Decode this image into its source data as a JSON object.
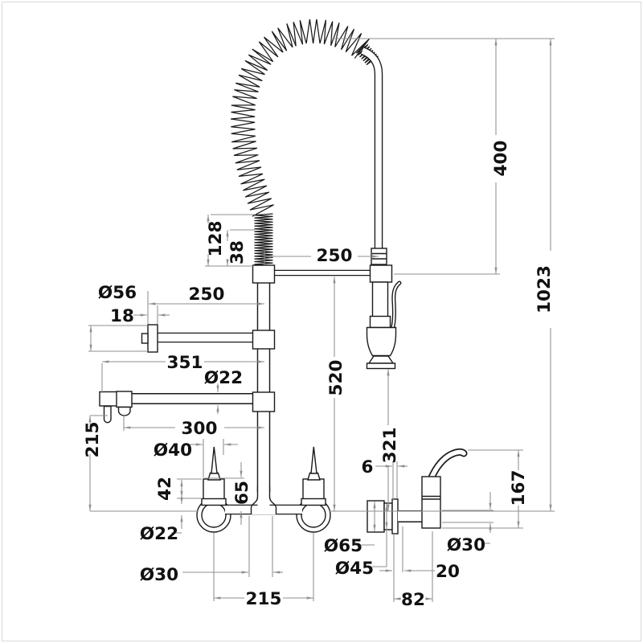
{
  "drawing": {
    "kind": "dimensioned-technical-diagram",
    "units": "mm"
  },
  "colors": {
    "background": "#ffffff",
    "object_line": "#1a1a1a",
    "dimension_line": "#8f8f8f",
    "text": "#111111",
    "frame": "#d9d9d9"
  },
  "labels": {
    "top_250": "250",
    "len_400": "400",
    "total_1023": "1023",
    "len_128": "128",
    "len_38": "38",
    "dia_56": "Ø56",
    "len_18": "18",
    "left_250": "250",
    "len_351": "351",
    "dia_22_spout": "Ø22",
    "len_300": "300",
    "len_215_v": "215",
    "dia_40": "Ø40",
    "len_42": "42",
    "len_65": "65",
    "dia_22_bottom": "Ø22",
    "dia_30_bottom": "Ø30",
    "len_215_h": "215",
    "len_520": "520",
    "len_321": "321",
    "len_6": "6",
    "len_167": "167",
    "dia_65": "Ø65",
    "dia_45": "Ø45",
    "dia_30_side": "Ø30",
    "len_20": "20",
    "len_82": "82"
  }
}
